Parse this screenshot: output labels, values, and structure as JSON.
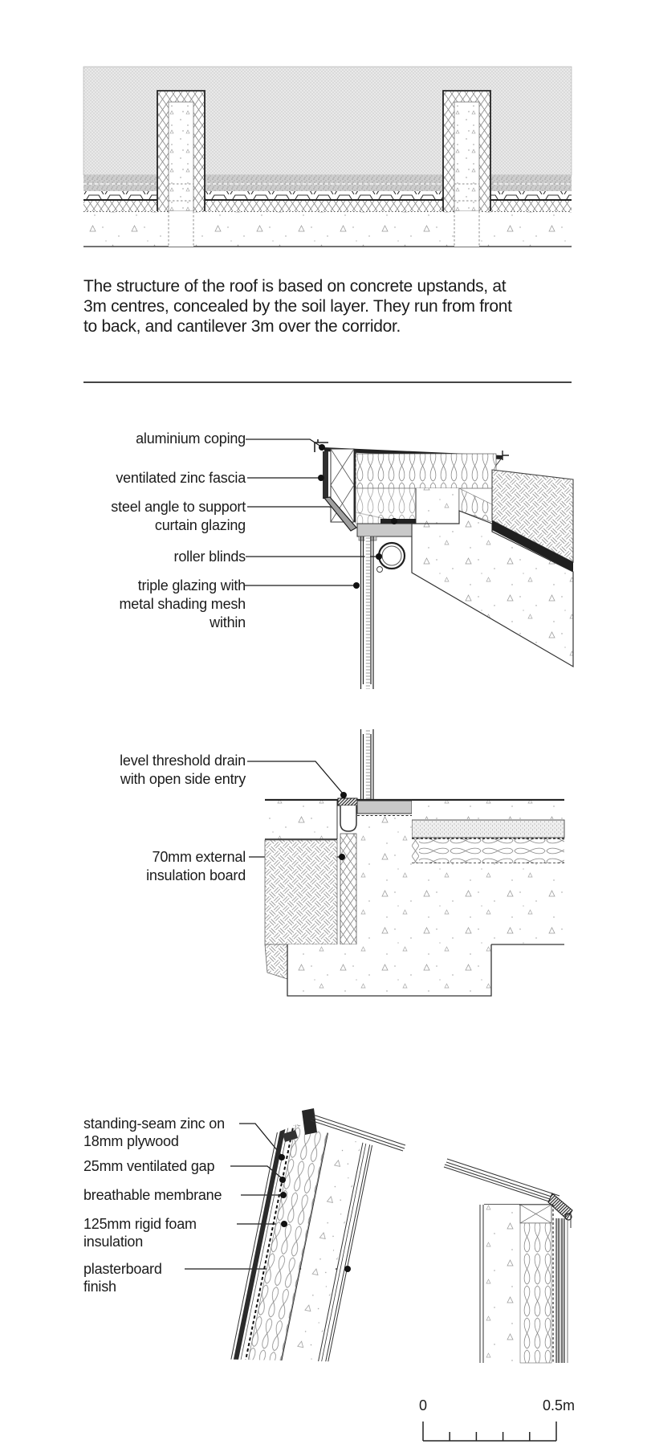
{
  "intro": {
    "paragraph_lines": [
      "The structure of the roof is based on concrete upstands, at",
      "3m centres, concealed by the soil layer. They run from front",
      "to back, and cantilever 3m over the corridor."
    ]
  },
  "parapet_detail": {
    "labels": [
      {
        "lines": [
          "aluminium coping"
        ]
      },
      {
        "lines": [
          "ventilated zinc fascia"
        ]
      },
      {
        "lines": [
          "steel angle to support",
          "curtain glazing"
        ]
      },
      {
        "lines": [
          "roller blinds"
        ]
      },
      {
        "lines": [
          "triple glazing with",
          "metal shading mesh",
          "within"
        ]
      }
    ]
  },
  "threshold_detail": {
    "labels": [
      {
        "lines": [
          "level threshold drain",
          "with open side entry"
        ]
      },
      {
        "lines": [
          "70mm external",
          "insulation board"
        ]
      }
    ]
  },
  "eaves_detail": {
    "labels": [
      {
        "lines": [
          "standing-seam zinc on",
          "18mm plywood"
        ]
      },
      {
        "lines": [
          "25mm ventilated gap"
        ]
      },
      {
        "lines": [
          "breathable membrane"
        ]
      },
      {
        "lines": [
          "125mm rigid foam",
          "insulation"
        ]
      },
      {
        "lines": [
          "plasterboard",
          "finish"
        ]
      }
    ]
  },
  "scale_bar": {
    "start_label": "0",
    "end_label": "0.5m"
  },
  "colors": {
    "text": "#1b1b1b",
    "line": "#222222",
    "steel_gray": "#a0a0a0",
    "transom_gray": "#c9c9c9",
    "soil_gray": "#e6e6e6",
    "gravel_gray": "#c6c6c6"
  }
}
